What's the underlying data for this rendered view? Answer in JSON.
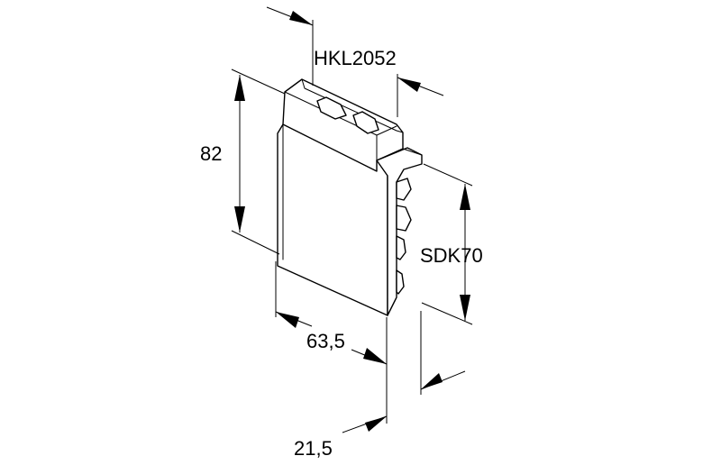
{
  "drawing": {
    "part_code": "HKL2052",
    "dimensions": {
      "height": "82",
      "width": "63,5",
      "depth": "21,5",
      "sdk": "SDK70"
    },
    "colors": {
      "line": "#000000",
      "background": "#ffffff"
    }
  }
}
